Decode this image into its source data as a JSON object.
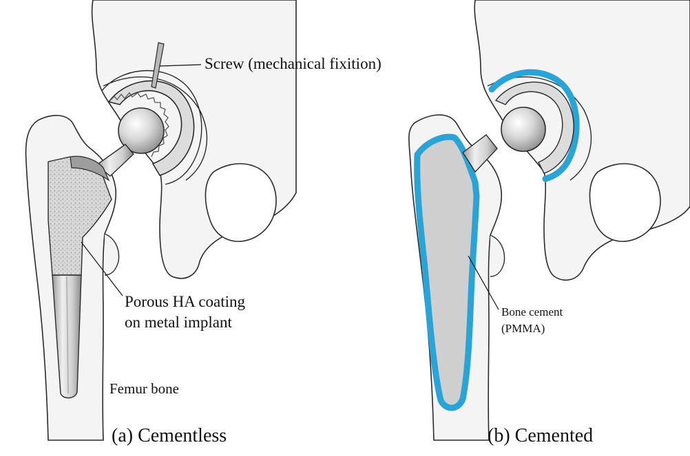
{
  "labels": {
    "screw": "Screw (mechanical fixition)",
    "porous_line1": "Porous HA coating",
    "porous_line2": "on metal implant",
    "femur": "Femur bone",
    "cement_line1": "Bone cement",
    "cement_line2": "(PMMA)"
  },
  "captions": {
    "a": "(a) Cementless",
    "b": "(b) Cemented"
  },
  "colors": {
    "outline": "#2a2a2a",
    "bone_fill": "#f4f4f4",
    "metal_light": "#e6e6e6",
    "metal_dark": "#8c8c8c",
    "cement": "#2aa3d6",
    "porous": "#cfcfcf"
  }
}
